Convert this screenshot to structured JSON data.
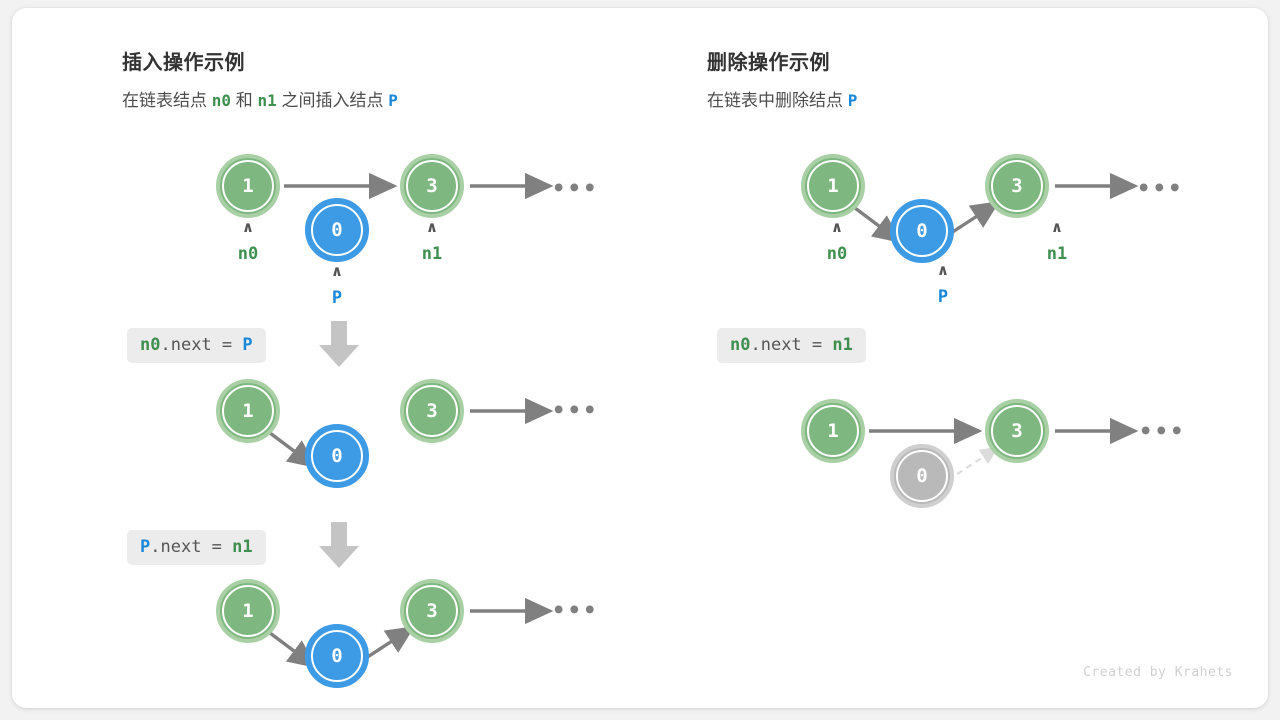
{
  "background": "#f2f2f2",
  "card_background": "#ffffff",
  "colors": {
    "green_fill": "#7fb780",
    "green_ring": "#a8d0a4",
    "blue_fill": "#3d9ae4",
    "blue_ring": "#3d9ae4",
    "gray_fill": "#b9b9b9",
    "gray_ring": "#cfcfcf",
    "arrow": "#808080",
    "dashed_arrow": "#dcdcdc",
    "down_arrow": "#c4c4c4",
    "label_green": "#3f8f4f",
    "label_blue": "#1a87d8",
    "code_bg": "#ececec",
    "title": "#333333"
  },
  "left_panel": {
    "title": "插入操作示例",
    "subtitle": {
      "part1": "在链表结点",
      "token1": "n0",
      "part2": "和",
      "token2": "n1",
      "part3": "之间插入结点",
      "token3": "P"
    },
    "steps": [
      {
        "code": {
          "target": "n0",
          "mid": ".next = ",
          "value": "P"
        },
        "nodes": [
          {
            "value": "1",
            "color": "green",
            "pointer": "n0"
          },
          {
            "value": "0",
            "color": "blue",
            "pointer": "P"
          },
          {
            "value": "3",
            "color": "green",
            "pointer": "n1"
          }
        ]
      },
      {
        "code": {
          "target": "P",
          "mid": ".next = ",
          "value": "n1"
        },
        "nodes": [
          {
            "value": "1",
            "color": "green"
          },
          {
            "value": "0",
            "color": "blue"
          },
          {
            "value": "3",
            "color": "green"
          }
        ]
      },
      {
        "nodes": [
          {
            "value": "1",
            "color": "green"
          },
          {
            "value": "0",
            "color": "blue"
          },
          {
            "value": "3",
            "color": "green"
          }
        ]
      }
    ],
    "ellipsis": "•••"
  },
  "right_panel": {
    "title": "删除操作示例",
    "subtitle": {
      "part1": "在链表中删除结点",
      "token1": "P"
    },
    "steps": [
      {
        "code": {
          "target": "n0",
          "mid": ".next = ",
          "value": "n1"
        },
        "nodes": [
          {
            "value": "1",
            "color": "green",
            "pointer": "n0"
          },
          {
            "value": "0",
            "color": "blue",
            "pointer": "P"
          },
          {
            "value": "3",
            "color": "green",
            "pointer": "n1"
          }
        ]
      },
      {
        "nodes": [
          {
            "value": "1",
            "color": "green"
          },
          {
            "value": "0",
            "color": "gray"
          },
          {
            "value": "3",
            "color": "green"
          }
        ]
      }
    ],
    "ellipsis": "•••"
  },
  "watermark": "Created by Krahets"
}
